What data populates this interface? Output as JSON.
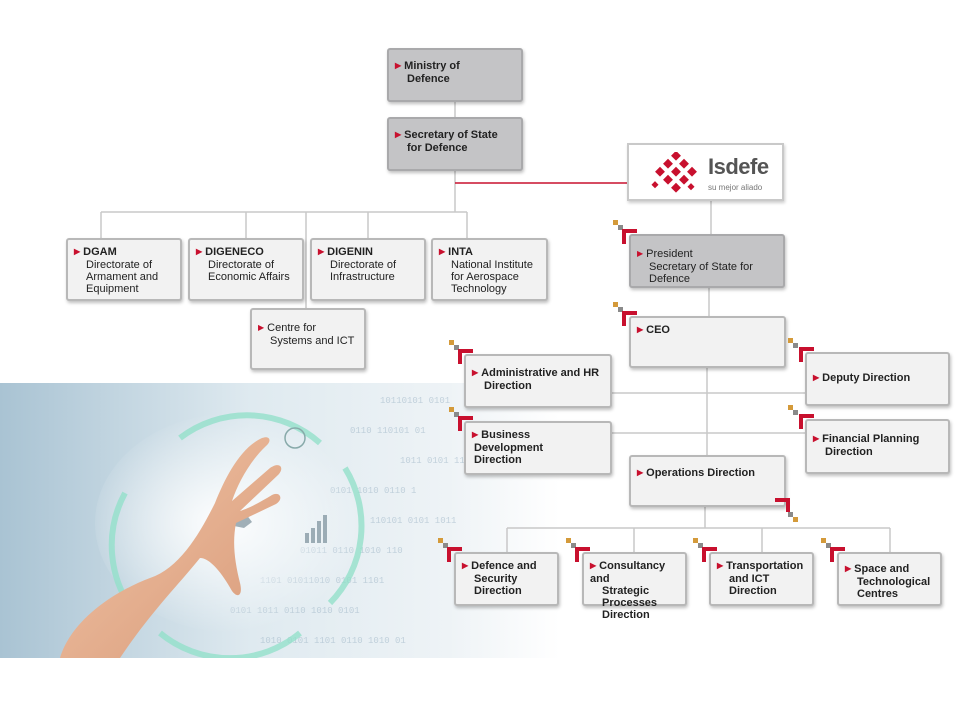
{
  "colors": {
    "accent": "#c8102e",
    "box_fill": "#f2f2f2",
    "box_gray": "#c4c4c6",
    "line": "#c8c8c8",
    "red_line": "#c8102e"
  },
  "logo": {
    "name": "Isdefe",
    "tagline": "su mejor aliado",
    "icon": "isdefe-logo-icon"
  },
  "ministry": {
    "title": "Ministry of",
    "title2": "Defence"
  },
  "secretary": {
    "title": "Secretary of State",
    "title2": "for Defence"
  },
  "directorates": [
    {
      "abbr": "DGAM",
      "desc": [
        "Directorate of",
        "Armament and",
        "Equipment"
      ]
    },
    {
      "abbr": "DIGENECO",
      "desc": [
        "Directorate of",
        "Economic Affairs"
      ]
    },
    {
      "abbr": "DIGENIN",
      "desc": [
        "Directorate of",
        "Infrastructure"
      ]
    },
    {
      "abbr": "INTA",
      "desc": [
        "National Institute",
        "for Aerospace",
        "Technology"
      ]
    }
  ],
  "centre": {
    "line1": "Centre for",
    "line2": "Systems and ICT"
  },
  "president": {
    "line1": "President",
    "line2": "Secretary of State for",
    "line3": "Defence"
  },
  "ceo": {
    "label": "CEO"
  },
  "admin_hr": {
    "line1": "Administrative and HR",
    "line2": "Direction"
  },
  "deputy": {
    "label": "Deputy Direction"
  },
  "business": {
    "line1": "Business",
    "line2": "Development",
    "line3": "Direction"
  },
  "financial": {
    "line1": "Financial Planning",
    "line2": "Direction"
  },
  "operations": {
    "label": "Operations Direction"
  },
  "bottom": [
    {
      "lines": [
        "Defence and",
        "Security",
        "Direction"
      ]
    },
    {
      "lines": [
        "Consultancy and",
        "Strategic",
        "Processes",
        "Direction"
      ]
    },
    {
      "lines": [
        "Transportation",
        "and ICT",
        "Direction"
      ]
    },
    {
      "lines": [
        "Space and",
        "Technological",
        "Centres"
      ]
    }
  ]
}
